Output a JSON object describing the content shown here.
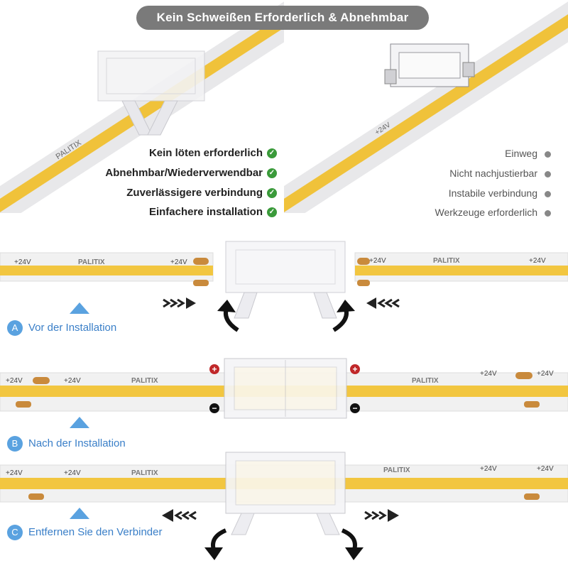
{
  "banner": {
    "title": "Kein Schweißen Erforderlich & Abnehmbar"
  },
  "pros": [
    "Kein löten erforderlich",
    "Abnehmbar/Wiederverwendbar",
    "Zuverlässigere verbindung",
    "Einfachere installation"
  ],
  "cons": [
    "Einweg",
    "Nicht nachjustierbar",
    "Instabile verbindung",
    "Werkzeuge erforderlich"
  ],
  "steps": [
    {
      "letter": "A",
      "label": "Vor der Installation"
    },
    {
      "letter": "B",
      "label": "Nach der Installation"
    },
    {
      "letter": "C",
      "label": "Entfernen Sie den Verbinder"
    }
  ],
  "strip": {
    "brand": "PALITIX",
    "voltage": "+24V",
    "plus_symbol": "+",
    "minus_symbol": "−"
  },
  "colors": {
    "accent_blue": "#5aa2e0",
    "check_green": "#3a9a3a",
    "strip_yellow": "#f2c640",
    "plus_red": "#c0282a"
  }
}
